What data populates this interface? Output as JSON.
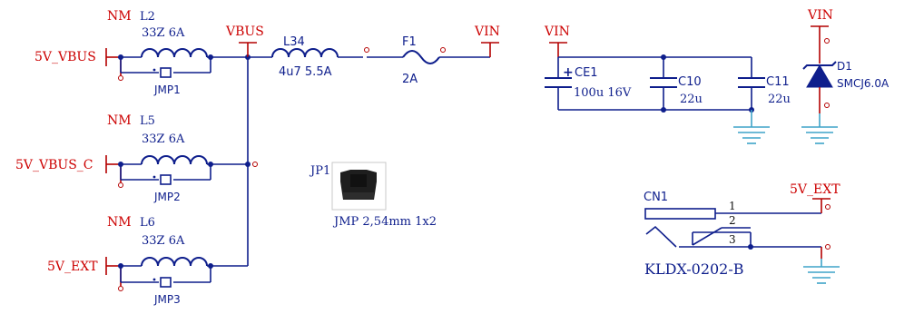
{
  "colors": {
    "wire": "#0e1e8c",
    "net_label": "#cc0000",
    "pin": "#b40000",
    "ground": "#3ea4c8",
    "body_text": "#0e1e8c"
  },
  "labels": {
    "net_5v_vbus": "5V_VBUS",
    "net_5v_vbus_c": "5V_VBUS_C",
    "net_5v_ext_left": "5V_EXT",
    "net_vbus": "VBUS",
    "net_vin_top": "VIN",
    "net_vin_caps": "VIN",
    "net_vin_diode": "VIN",
    "net_5v_ext_right": "5V_EXT",
    "l2_nm": "NM",
    "l2_ref": "L2",
    "l2_value": "33Z 6A",
    "jmp1": "JMP1",
    "l5_nm": "NM",
    "l5_ref": "L5",
    "l5_value": "33Z 6A",
    "jmp2": "JMP2",
    "l6_nm": "NM",
    "l6_ref": "L6",
    "l6_value": "33Z 6A",
    "jmp3": "JMP3",
    "l34_ref": "L34",
    "l34_value": "4u7 5.5A",
    "f1_ref": "F1",
    "f1_value": "2A",
    "ce1_ref": "CE1",
    "ce1_value": "100u 16V",
    "ce1_plus": "+",
    "c10_ref": "C10",
    "c10_value": "22u",
    "c11_ref": "C11",
    "c11_value": "22u",
    "d1_ref": "D1",
    "d1_value": "SMCJ6.0A",
    "jp1_ref": "JP1",
    "jp1_value": "JMP 2,54mm 1x2",
    "cn1_ref": "CN1",
    "cn1_value": "KLDX-0202-B",
    "cn1_pin1": "1",
    "cn1_pin2": "2",
    "cn1_pin3": "3"
  }
}
